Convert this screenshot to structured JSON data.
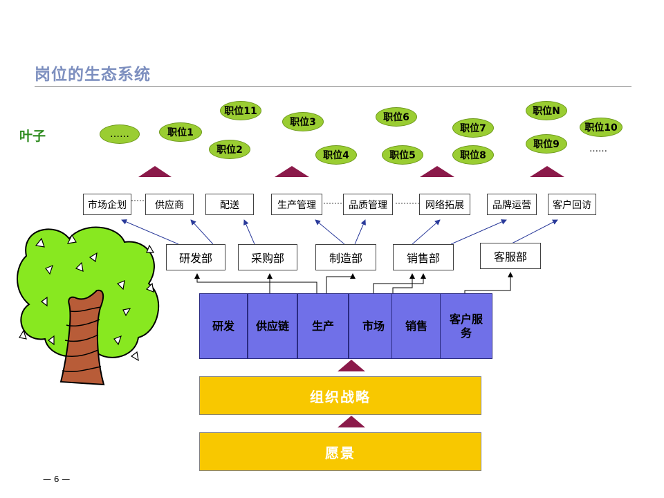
{
  "title": "岗位的生态系统",
  "leaf_label": "叶子",
  "positions": [
    {
      "id": "dots1",
      "label": "……"
    },
    {
      "id": "p1",
      "label": "职位1"
    },
    {
      "id": "p11",
      "label": "职位11"
    },
    {
      "id": "p2",
      "label": "职位2"
    },
    {
      "id": "p3",
      "label": "职位3"
    },
    {
      "id": "p4",
      "label": "职位4"
    },
    {
      "id": "p6",
      "label": "职位6"
    },
    {
      "id": "p5",
      "label": "职位5"
    },
    {
      "id": "p7",
      "label": "职位7"
    },
    {
      "id": "p8",
      "label": "职位8"
    },
    {
      "id": "pN",
      "label": "职位N"
    },
    {
      "id": "p9",
      "label": "职位9"
    },
    {
      "id": "p10",
      "label": "职位10"
    }
  ],
  "ellipsis": "……",
  "level3": [
    "市场企划",
    "供应商",
    "配送",
    "生产管理",
    "品质管理",
    "网络拓展",
    "品牌运营",
    "客户回访"
  ],
  "level2": [
    "研发部",
    "采购部",
    "制造部",
    "销售部",
    "客服部"
  ],
  "functions": [
    "研发",
    "供应链",
    "生产",
    "市场",
    "销售",
    "客户服务"
  ],
  "strategy": "组织战略",
  "vision": "愿景",
  "page_number": "— 6 —",
  "colors": {
    "title": "#7d8fbf",
    "leaf": "#9acd32",
    "function": "#7070e8",
    "base": "#f8c800",
    "triangle": "#8b1a4a"
  }
}
